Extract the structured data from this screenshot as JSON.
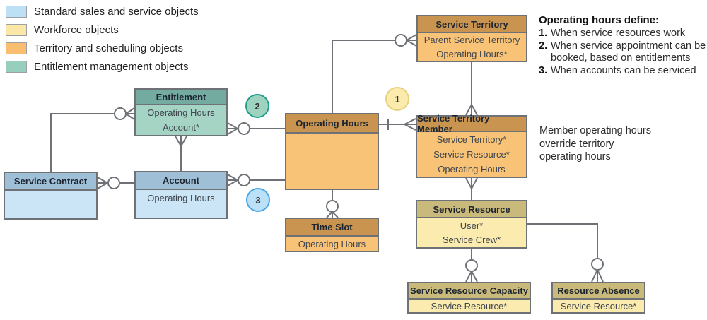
{
  "legend": {
    "items": [
      {
        "label": "Standard sales and service objects",
        "color": "#bee0f4"
      },
      {
        "label": "Workforce objects",
        "color": "#fbe8a6"
      },
      {
        "label": "Territory and scheduling objects",
        "color": "#f9be70"
      },
      {
        "label": "Entitlement management objects",
        "color": "#98cfbc"
      }
    ]
  },
  "entities": {
    "entitlement": {
      "title": "Entitlement",
      "rows": [
        "Operating Hours",
        "Account*"
      ]
    },
    "service_contract": {
      "title": "Service Contract",
      "rows": []
    },
    "account": {
      "title": "Account",
      "rows": [
        "Operating Hours"
      ]
    },
    "operating_hours": {
      "title": "Operating Hours",
      "rows": []
    },
    "time_slot": {
      "title": "Time Slot",
      "rows": [
        "Operating Hours"
      ]
    },
    "service_territory": {
      "title": "Service Territory",
      "rows": [
        "Parent Service Territory",
        "Operating Hours*"
      ]
    },
    "service_territory_member": {
      "title": "Service Territory Member",
      "rows": [
        "Service Territory*",
        "Service Resource*",
        "Operating Hours"
      ]
    },
    "service_resource": {
      "title": "Service Resource",
      "rows": [
        "User*",
        "Service Crew*"
      ]
    },
    "service_resource_capacity": {
      "title": "Service Resource Capacity",
      "rows": [
        "Service Resource*"
      ]
    },
    "resource_absence": {
      "title": "Resource Absence",
      "rows": [
        "Service Resource*"
      ]
    }
  },
  "badges": [
    {
      "label": "1",
      "fill": "#fbebac",
      "border": "#e8cf7e"
    },
    {
      "label": "2",
      "fill": "#9ed3c0",
      "border": "#1f9e8a"
    },
    {
      "label": "3",
      "fill": "#bce0f7",
      "border": "#49a7e8"
    }
  ],
  "annotations": {
    "define": {
      "title": "Operating hours define:",
      "items": [
        {
          "num": "1.",
          "text": "When service resources work"
        },
        {
          "num": "2.",
          "text": "When service appointment can be booked, based on entitlements"
        },
        {
          "num": "3.",
          "text": "When accounts can be serviced"
        }
      ]
    },
    "member_note": "Member operating hours override territory operating hours"
  },
  "colors": {
    "blue_header": "#9ebfd6",
    "blue_body": "#cce5f6",
    "territory_header": "#c9944f",
    "territory_body": "#f8c377",
    "entitlement_header": "#74aba1",
    "entitlement_body": "#a5d4c5",
    "workforce_header": "#c9b97a",
    "workforce_body": "#fbebae",
    "line_gray": "#6e7277"
  }
}
